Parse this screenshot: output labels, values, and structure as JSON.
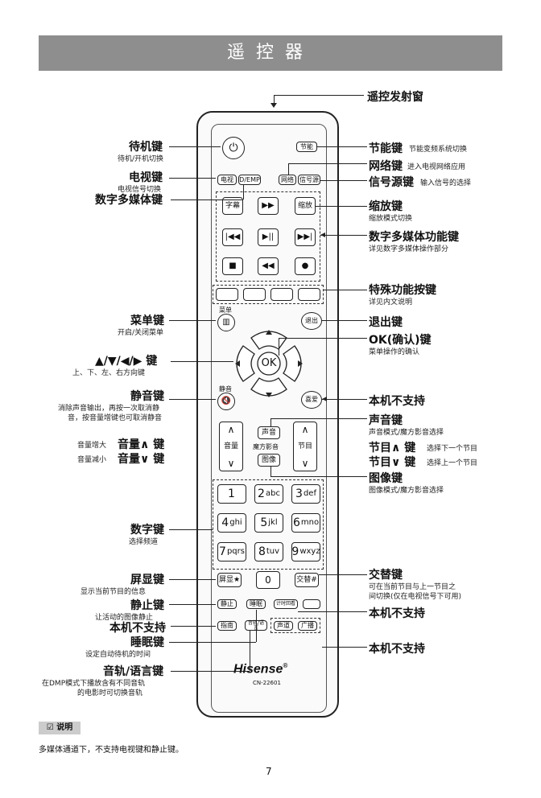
{
  "banner": {
    "title": "遥控器"
  },
  "emitter": {
    "label": "遥控发射窗"
  },
  "remote": {
    "power_icon": "power-icon",
    "energy": "节能",
    "tv": "电视",
    "dmp": "D/EMP",
    "network": "网络",
    "source": "信号源",
    "subtitle": "字幕",
    "zoom": "缩放",
    "menu_caption": "菜单",
    "exit": "退出",
    "ok": "OK",
    "mute_caption": "静音",
    "favorite": "喜爱",
    "volume": "音量",
    "sound": "声音",
    "sound_caption": "魔方影音",
    "picture": "图像",
    "channel": "节目",
    "numbers": [
      {
        "d": "1",
        "s": ""
      },
      {
        "d": "2",
        "s": "abc"
      },
      {
        "d": "3",
        "s": "def"
      },
      {
        "d": "4",
        "s": "ghi"
      },
      {
        "d": "5",
        "s": "jkl"
      },
      {
        "d": "6",
        "s": "mno"
      },
      {
        "d": "7",
        "s": "pqrs"
      },
      {
        "d": "8",
        "s": "tuv"
      },
      {
        "d": "9",
        "s": "wxyz"
      }
    ],
    "display": "屏显★",
    "zero": "0",
    "swap": "交替#",
    "freeze": "静止",
    "sleep": "睡眠",
    "timeshift": "计时回看",
    "guide": "指南",
    "audio_lang": "音轨/语言",
    "sound_track": "声道",
    "broadcast": "广播",
    "brand": "Hisense",
    "model": "CN-22601"
  },
  "left_labels": {
    "standby": "待机键",
    "standby_desc": "待机/开机切换",
    "tv": "电视键",
    "tv_desc": "电视信号切换",
    "dmp": "数字多媒体键",
    "menu": "菜单键",
    "menu_desc": "开启/关闭菜单",
    "arrows": "▲/▼/◀/▶ 键",
    "arrows_desc": "上、下、左、右方向键",
    "mute": "静音键",
    "mute_desc1": "消除声音输出，再按一次取消静",
    "mute_desc2": "音，按音量增键也可取消静音",
    "vol_up": "音量∧ 键",
    "vol_up_desc": "音量增大",
    "vol_down": "音量∨ 键",
    "vol_down_desc": "音量减小",
    "digits": "数字键",
    "digits_desc": "选择频道",
    "display": "屏显键",
    "display_desc": "显示当前节目的信息",
    "freeze": "静止键",
    "freeze_desc": "让活动的图像静止",
    "unsupported": "本机不支持",
    "sleep": "睡眠键",
    "sleep_desc": "设定自动待机的时间",
    "audio": "音轨/语言键",
    "audio_desc1": "在DMP模式下播放含有不同音轨",
    "audio_desc2": "的电影时可切换音轨"
  },
  "right_labels": {
    "energy": "节能键",
    "energy_desc": "节能变频系统切换",
    "network": "网络键",
    "network_desc": "进入电视网络应用",
    "source": "信号源键",
    "source_desc": "输入信号的选择",
    "zoom": "缩放键",
    "zoom_desc": "缩放模式切换",
    "media": "数字多媒体功能键",
    "media_desc": "详见数字多媒体操作部分",
    "special": "特殊功能按键",
    "special_desc": "详见内文说明",
    "exit": "退出键",
    "ok": "OK(确认)键",
    "ok_desc": "菜单操作的确认",
    "unsupported1": "本机不支持",
    "sound": "声音键",
    "sound_desc": "声音模式/魔方影音选择",
    "ch_up": "节目∧ 键",
    "ch_up_desc": "选择下一个节目",
    "ch_down": "节目∨ 键",
    "ch_down_desc": "选择上一个节目",
    "picture": "图像键",
    "picture_desc": "图像模式/魔方影音选择",
    "swap": "交替键",
    "swap_desc1": "可在当前节目与上一节目之",
    "swap_desc2": "间切换(仅在电视信号下可用)",
    "unsupported2": "本机不支持",
    "unsupported3": "本机不支持"
  },
  "note": {
    "title": "☑ 说明",
    "text": "多媒体通道下，不支持电视键和静止键。"
  },
  "page_number": "7"
}
